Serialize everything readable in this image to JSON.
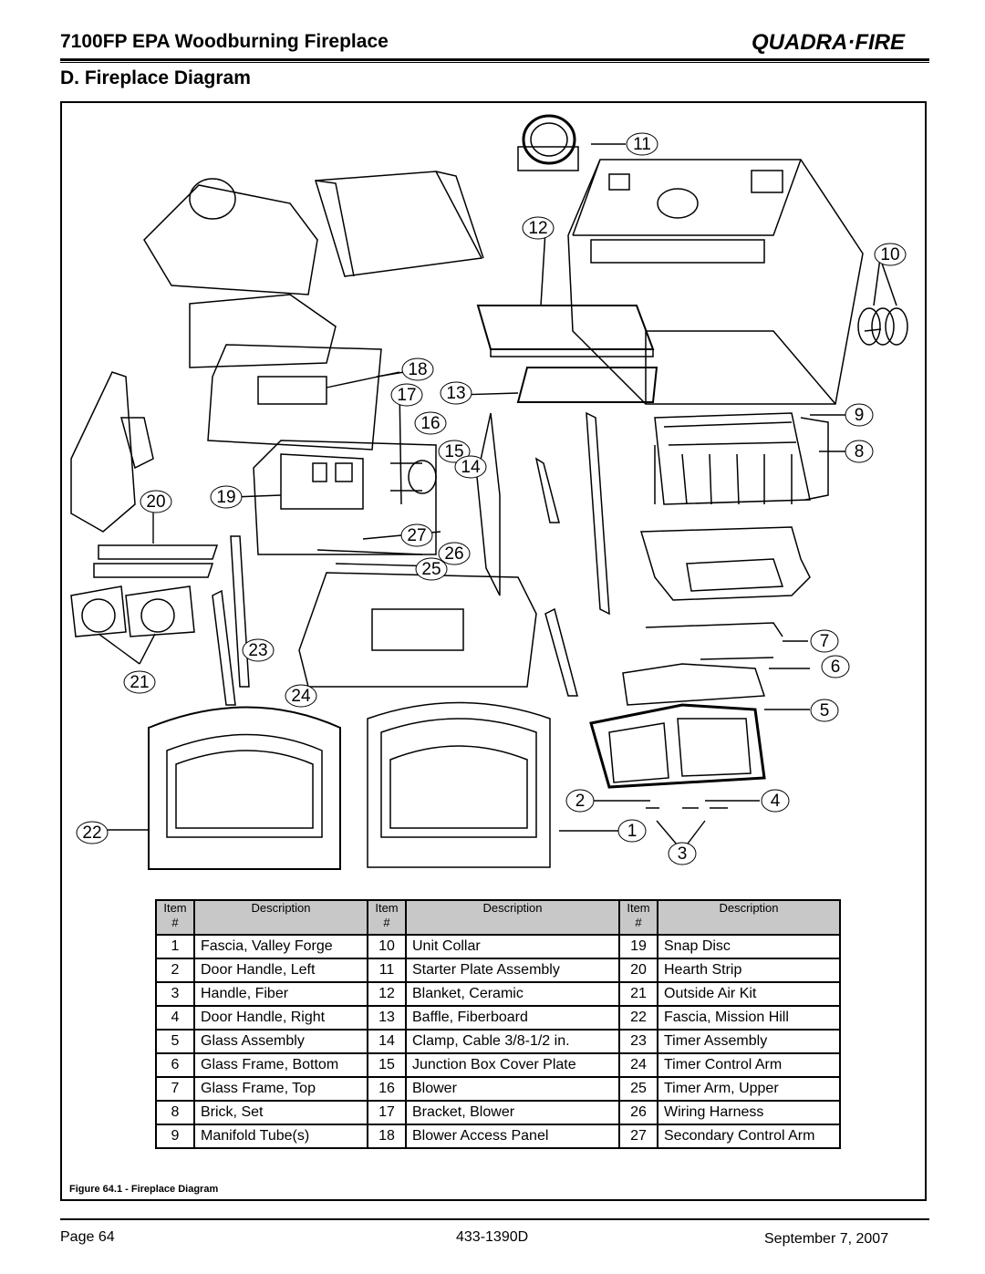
{
  "header": {
    "title": "7100FP EPA Woodburning Fireplace",
    "section": "D. Fireplace Diagram",
    "brand": "QUADRA·FIRE"
  },
  "callouts": [
    "1",
    "2",
    "3",
    "4",
    "5",
    "6",
    "7",
    "8",
    "9",
    "10",
    "11",
    "12",
    "13",
    "14",
    "15",
    "16",
    "17",
    "18",
    "19",
    "20",
    "21",
    "22",
    "23",
    "24",
    "25",
    "26",
    "27"
  ],
  "table": {
    "headers": {
      "item": "Item",
      "hash": "#",
      "description": "Description"
    },
    "rows": [
      [
        {
          "n": "1",
          "d": "Fascia, Valley Forge"
        },
        {
          "n": "10",
          "d": "Unit Collar"
        },
        {
          "n": "19",
          "d": "Snap Disc"
        }
      ],
      [
        {
          "n": "2",
          "d": "Door Handle, Left"
        },
        {
          "n": "11",
          "d": "Starter Plate Assembly"
        },
        {
          "n": "20",
          "d": "Hearth Strip"
        }
      ],
      [
        {
          "n": "3",
          "d": "Handle, Fiber"
        },
        {
          "n": "12",
          "d": "Blanket, Ceramic"
        },
        {
          "n": "21",
          "d": "Outside Air Kit"
        }
      ],
      [
        {
          "n": "4",
          "d": "Door Handle, Right"
        },
        {
          "n": "13",
          "d": "Baffle, Fiberboard"
        },
        {
          "n": "22",
          "d": "Fascia, Mission Hill"
        }
      ],
      [
        {
          "n": "5",
          "d": "Glass Assembly"
        },
        {
          "n": "14",
          "d": "Clamp, Cable 3/8-1/2 in."
        },
        {
          "n": "23",
          "d": "Timer Assembly"
        }
      ],
      [
        {
          "n": "6",
          "d": "Glass Frame, Bottom"
        },
        {
          "n": "15",
          "d": "Junction Box Cover Plate"
        },
        {
          "n": "24",
          "d": "Timer Control Arm"
        }
      ],
      [
        {
          "n": "7",
          "d": "Glass Frame, Top"
        },
        {
          "n": "16",
          "d": "Blower"
        },
        {
          "n": "25",
          "d": "Timer Arm, Upper"
        }
      ],
      [
        {
          "n": "8",
          "d": "Brick, Set"
        },
        {
          "n": "17",
          "d": "Bracket, Blower"
        },
        {
          "n": "26",
          "d": "Wiring Harness"
        }
      ],
      [
        {
          "n": "9",
          "d": "Manifold Tube(s)"
        },
        {
          "n": "18",
          "d": "Blower Access Panel"
        },
        {
          "n": "27",
          "d": "Secondary Control Arm"
        }
      ]
    ]
  },
  "caption": "Figure 64.1 - Fireplace Diagram",
  "footer": {
    "page": "Page  64",
    "doc_number": "433-1390D",
    "date": "September 7, 2007"
  }
}
